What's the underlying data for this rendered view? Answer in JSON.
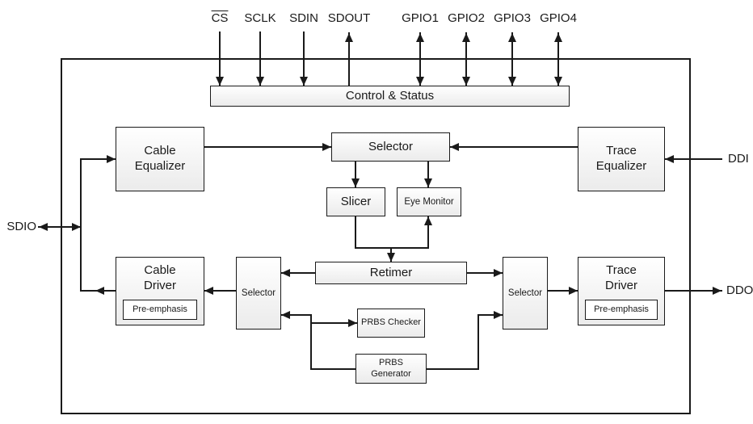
{
  "diagram": {
    "colors": {
      "line": "#1a1a1a",
      "box_border": "#1a1a1a",
      "box_fill_top": "#ffffff",
      "box_fill_bottom": "#ebebeb"
    },
    "pins": {
      "top": [
        {
          "label": "CS",
          "overline": true,
          "direction": "input"
        },
        {
          "label": "SCLK",
          "direction": "input"
        },
        {
          "label": "SDIN",
          "direction": "input"
        },
        {
          "label": "SDOUT",
          "direction": "output"
        },
        {
          "label": "GPIO1",
          "direction": "bidirectional"
        },
        {
          "label": "GPIO2",
          "direction": "bidirectional"
        },
        {
          "label": "GPIO3",
          "direction": "bidirectional"
        },
        {
          "label": "GPIO4",
          "direction": "bidirectional"
        }
      ],
      "left": [
        {
          "label": "SDIO",
          "direction": "bidirectional"
        }
      ],
      "right": [
        {
          "label": "DDI",
          "direction": "input"
        },
        {
          "label": "DDO",
          "direction": "output"
        }
      ]
    },
    "blocks": {
      "control_status": "Control & Status",
      "cable_equalizer": "Cable Equalizer",
      "input_selector": "Selector",
      "trace_equalizer": "Trace Equalizer",
      "slicer": "Slicer",
      "eye_monitor": "Eye Monitor",
      "retimer": "Retimer",
      "cable_driver": "Cable Driver",
      "cable_driver_sub": "Pre-emphasis",
      "output_selector_left": "Selector",
      "output_selector_right": "Selector",
      "trace_driver": "Trace Driver",
      "trace_driver_sub": "Pre-emphasis",
      "prbs_checker": "PRBS Checker",
      "prbs_generator": "PRBS Generator"
    }
  }
}
